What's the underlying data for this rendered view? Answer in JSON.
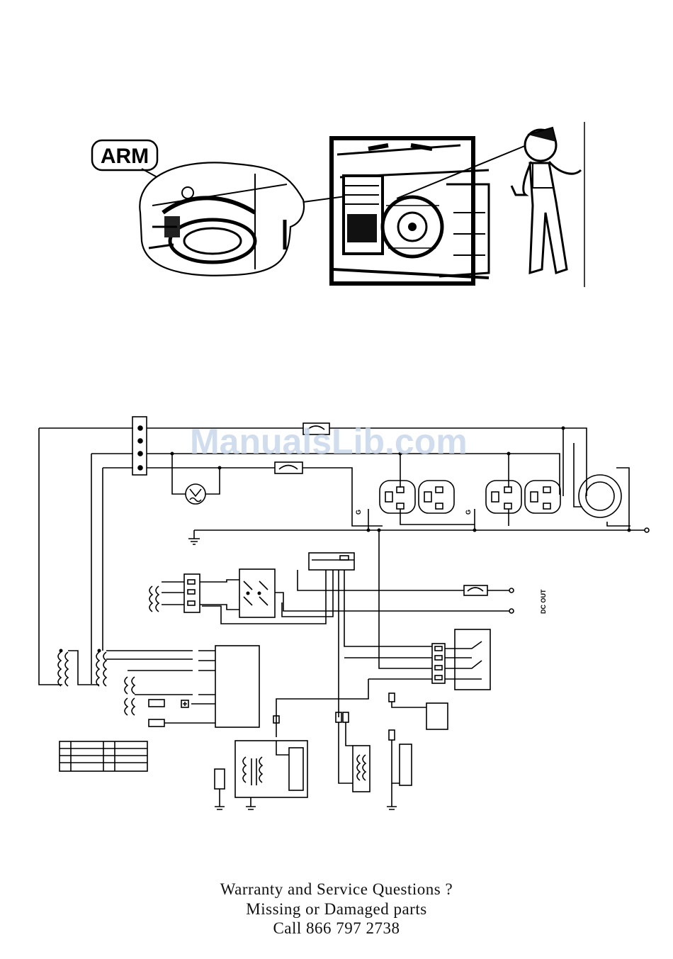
{
  "illustration": {
    "callout_label": "ARM"
  },
  "watermark": "ManualsLib.com",
  "schematic": {
    "ground_label_1": "G",
    "ground_label_2": "G",
    "dc_out_label": "DC OUT"
  },
  "footer": {
    "line1": "Warranty and Service Questions ?",
    "line2": "Missing or Damaged parts",
    "line3": "Call 866 797 2738"
  }
}
